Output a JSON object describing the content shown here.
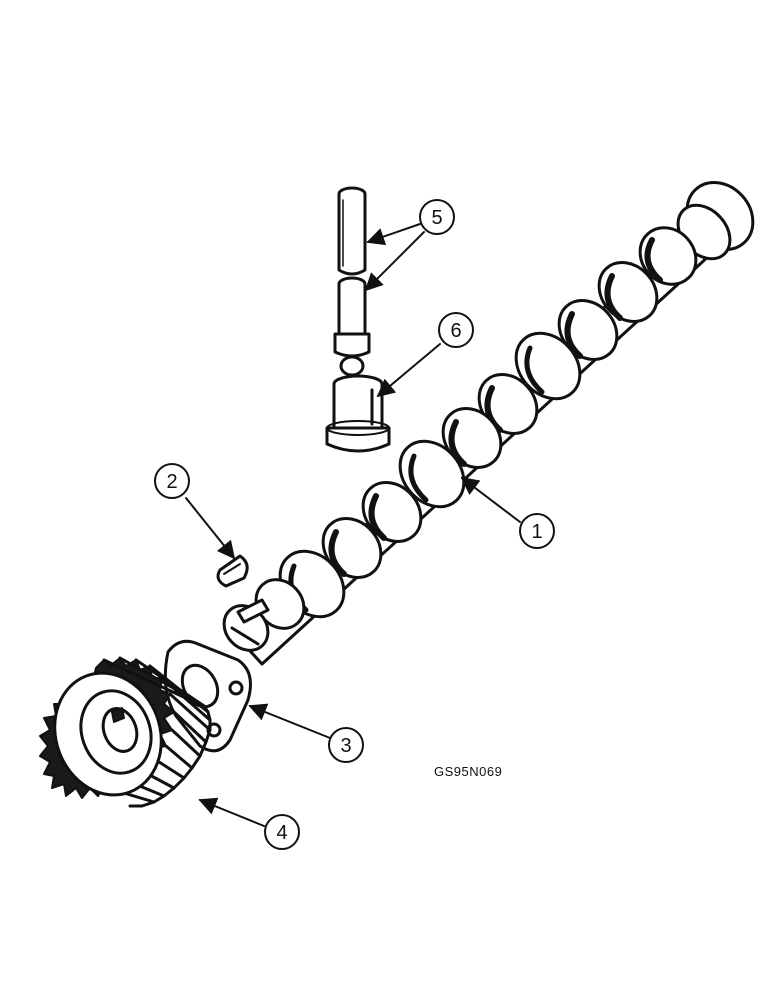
{
  "figure": {
    "code": "GS95N069",
    "colors": {
      "ink": "#111111",
      "paper": "#ffffff"
    }
  },
  "callouts": [
    {
      "id": "1",
      "label": "1",
      "part": "camshaft"
    },
    {
      "id": "2",
      "label": "2",
      "part": "woodruff-key"
    },
    {
      "id": "3",
      "label": "3",
      "part": "thrust-plate"
    },
    {
      "id": "4",
      "label": "4",
      "part": "camshaft-gear"
    },
    {
      "id": "5",
      "label": "5",
      "part": "push-rods"
    },
    {
      "id": "6",
      "label": "6",
      "part": "cam-follower"
    }
  ]
}
